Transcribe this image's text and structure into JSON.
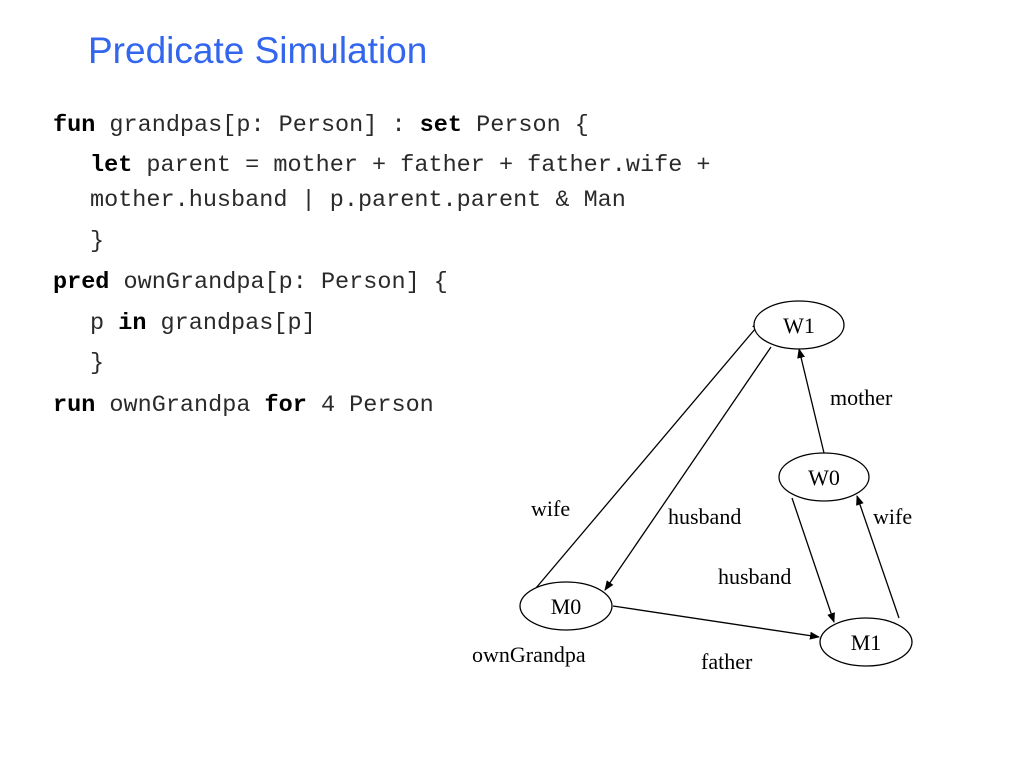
{
  "title": "Predicate Simulation",
  "code": [
    [
      {
        "t": "fun",
        "kw": true
      },
      {
        "t": " grandpas[p: Person] : ",
        "kw": false
      },
      {
        "t": "set",
        "kw": true
      },
      {
        "t": " Person {",
        "kw": false
      }
    ],
    [
      {
        "t": "let",
        "kw": true
      },
      {
        "t": " parent = mother + father + father.wife +",
        "kw": false
      }
    ],
    [
      {
        "t": "mother.husband | p.parent.parent & Man",
        "kw": false
      }
    ],
    [
      {
        "t": "}",
        "kw": false
      }
    ],
    [
      {
        "t": "pred",
        "kw": true
      },
      {
        "t": " ownGrandpa[p: Person] {",
        "kw": false
      }
    ],
    [
      {
        "t": "p ",
        "kw": false
      },
      {
        "t": "in",
        "kw": true
      },
      {
        "t": " grandpas[p]",
        "kw": false
      }
    ],
    [
      {
        "t": "}",
        "kw": false
      }
    ],
    [
      {
        "t": "run",
        "kw": true
      },
      {
        "t": " ownGrandpa ",
        "kw": false
      },
      {
        "t": "for",
        "kw": true
      },
      {
        "t": " 4 Person",
        "kw": false
      }
    ]
  ],
  "diagram": {
    "nodes": {
      "W1": "W1",
      "W0": "W0",
      "M0": "M0",
      "M1": "M1"
    },
    "edges": {
      "mother": "mother",
      "wife_m0": "wife",
      "husband_w1": "husband",
      "wife_m1": "wife",
      "husband_w0": "husband",
      "father": "father"
    },
    "annotation": "ownGrandpa"
  },
  "colors": {
    "title": "#3366ee",
    "code": "#222222",
    "diagram": "#000000"
  }
}
